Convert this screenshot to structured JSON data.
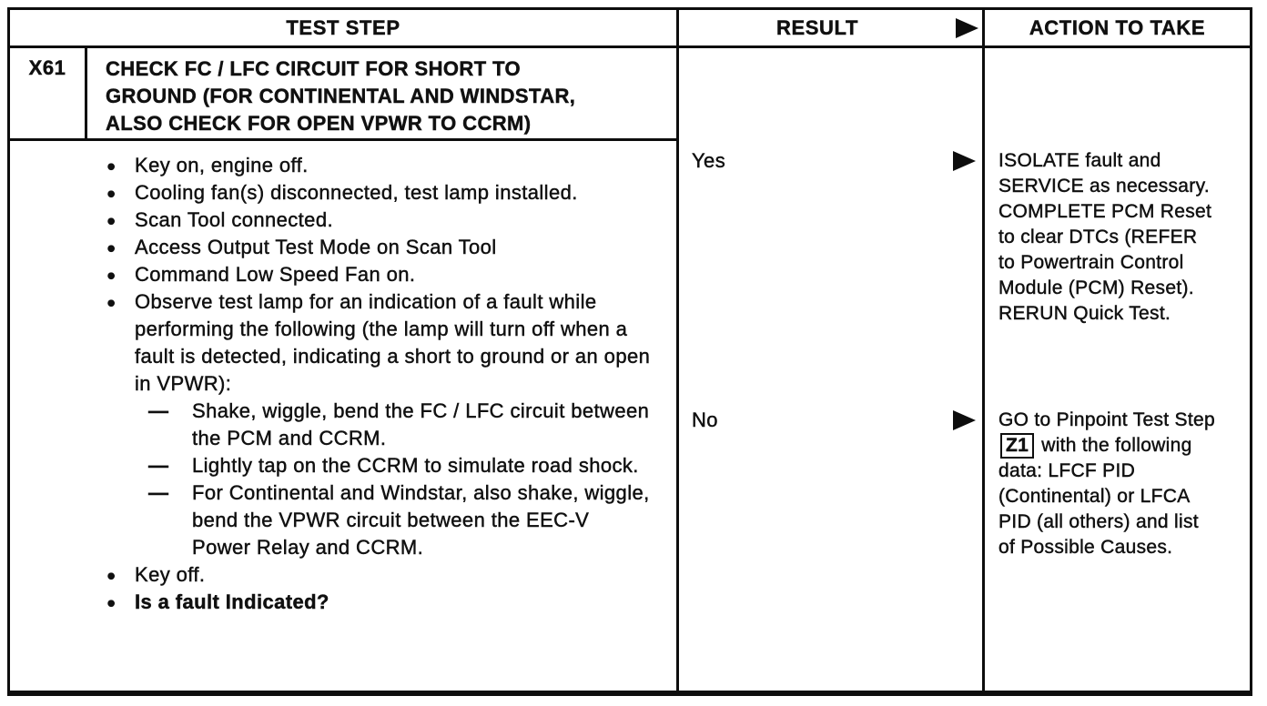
{
  "page": {
    "ink_color": "#0d0d0d",
    "paper_color": "#ffffff"
  },
  "table": {
    "header": {
      "test_step": "TEST STEP",
      "result": "RESULT",
      "result_arrow_icon": "right-triangle-arrow",
      "action": "ACTION TO TAKE"
    },
    "step": {
      "id": "X61",
      "title": "CHECK FC / LFC CIRCUIT FOR SHORT TO GROUND (FOR CONTINENTAL AND WINDSTAR, ALSO CHECK FOR OPEN VPWR TO CCRM)",
      "procedure": [
        {
          "marker": "bullet",
          "text": "Key on, engine off."
        },
        {
          "marker": "bullet",
          "text": "Cooling fan(s) disconnected, test lamp installed."
        },
        {
          "marker": "bullet",
          "text": "Scan Tool connected."
        },
        {
          "marker": "bullet",
          "text": "Access Output Test Mode on Scan Tool"
        },
        {
          "marker": "bullet",
          "text": "Command Low Speed Fan on."
        },
        {
          "marker": "bullet",
          "text": "Observe test lamp for an indication of a fault while performing the following (the lamp will turn off when a fault is detected, indicating a short to ground or an open in VPWR):"
        },
        {
          "marker": "dash",
          "text": "Shake, wiggle, bend the FC / LFC circuit between the PCM and CCRM."
        },
        {
          "marker": "dash",
          "text": "Lightly tap on the CCRM to simulate road shock."
        },
        {
          "marker": "dash",
          "text": "For Continental and Windstar, also shake, wiggle, bend the VPWR circuit between the EEC-V Power Relay and CCRM."
        },
        {
          "marker": "bullet",
          "text": "Key off."
        },
        {
          "marker": "bullet",
          "text": "Is a fault Indicated?",
          "emphasis": true
        }
      ]
    },
    "outcomes": [
      {
        "result": "Yes",
        "arrow_icon": "right-triangle-arrow",
        "action_segments": [
          {
            "text": "ISOLATE fault and SERVICE as necessary. COMPLETE PCM Reset to clear DTCs (REFER to Powertrain Control Module (PCM) Reset). RERUN Quick Test."
          }
        ]
      },
      {
        "result": "No",
        "arrow_icon": "right-triangle-arrow",
        "action_segments": [
          {
            "text": "GO to Pinpoint Test Step "
          },
          {
            "text": "Z1",
            "boxed": true
          },
          {
            "text": " with the following data: LFCF PID (Continental) or LFCA PID (all others) and list of Possible Causes."
          }
        ]
      }
    ]
  }
}
